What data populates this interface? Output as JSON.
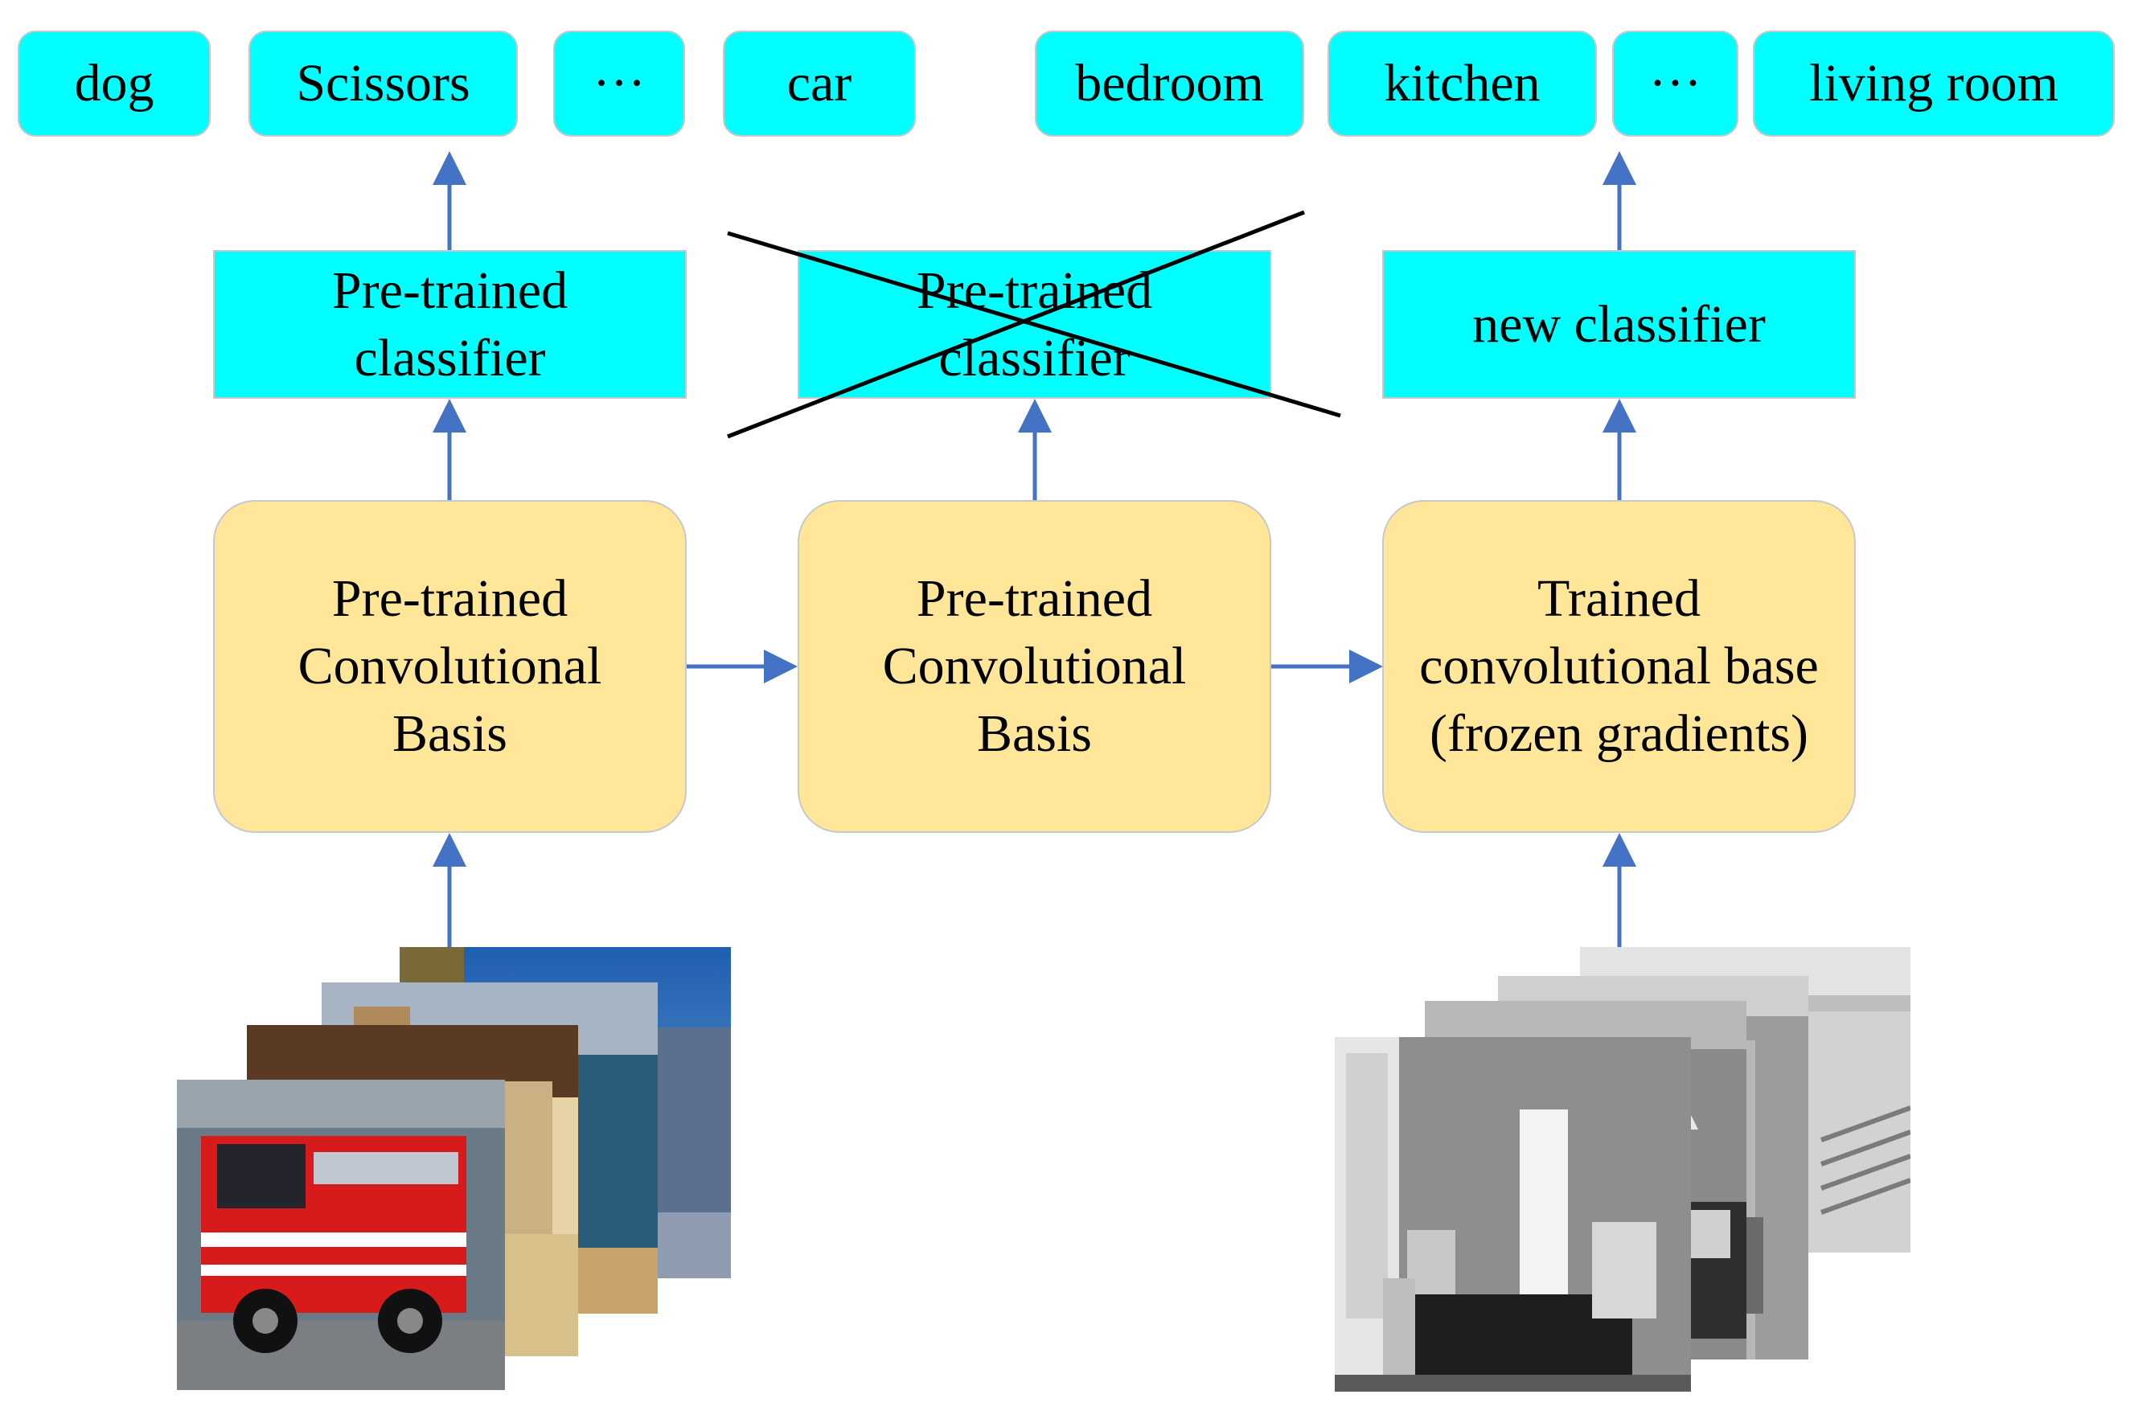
{
  "labels": {
    "source_dog": "dog",
    "source_scissors": "Scissors",
    "source_ellipsis": "···",
    "source_car": "car",
    "target_bedroom": "bedroom",
    "target_kitchen": "kitchen",
    "target_ellipsis": "···",
    "target_living_room": "living room"
  },
  "classifiers": {
    "left": [
      "Pre-trained",
      "classifier"
    ],
    "middle": [
      "Pre-trained",
      "classifier"
    ],
    "right": [
      "new classifier"
    ]
  },
  "bases": {
    "left": [
      "Pre-trained",
      "Convolutional",
      "Basis"
    ],
    "middle": [
      "Pre-trained",
      "Convolutional",
      "Basis"
    ],
    "right": [
      "Trained",
      "convolutional base",
      "(frozen gradients)"
    ]
  },
  "images": {
    "source": [
      "fire-truck-photo",
      "street-photo",
      "city-photo"
    ],
    "target": [
      "bedroom-photo-1",
      "bedroom-photo-2",
      "bedroom-photo-3",
      "bedroom-photo-4"
    ]
  },
  "colors": {
    "classifier_fill": "#00ffff",
    "base_fill": "#ffe699",
    "arrow": "#4472c4",
    "cross": "#000000"
  }
}
